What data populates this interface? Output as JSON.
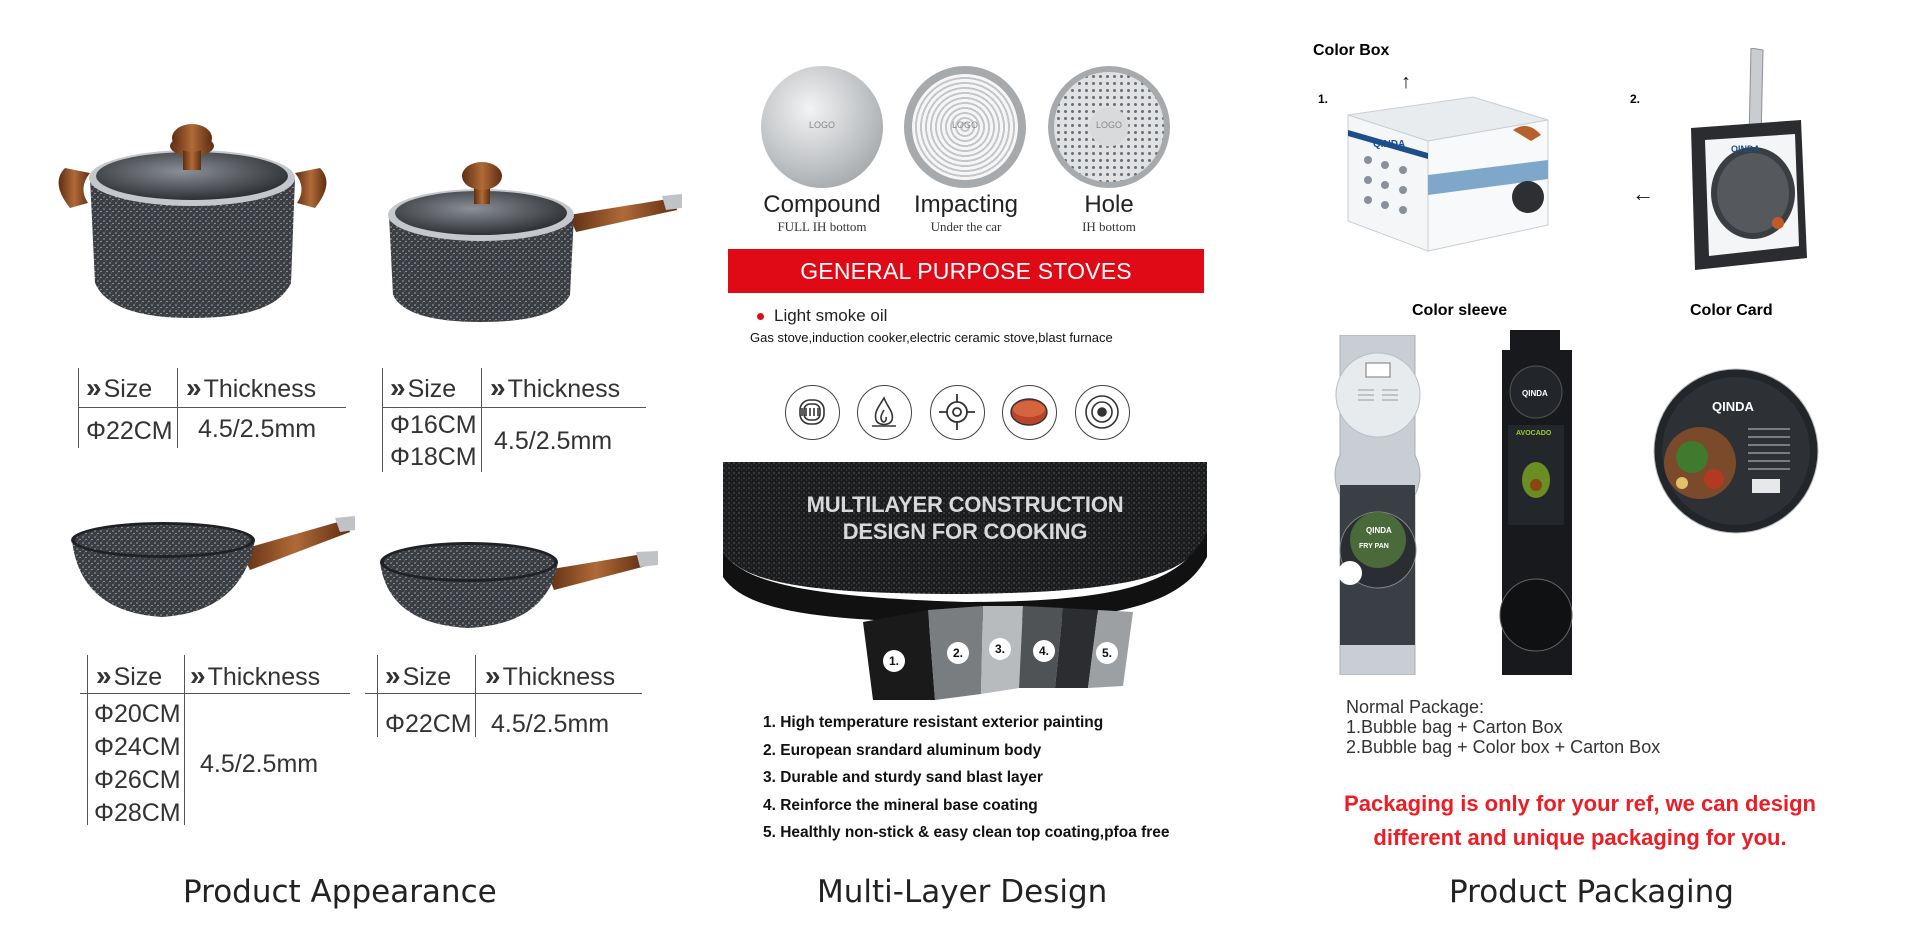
{
  "appearance": {
    "caption": "Product Appearance",
    "size_label": "Size",
    "thickness_label": "Thickness",
    "chevron": "»",
    "tables": [
      {
        "sizes": [
          "Φ22CM"
        ],
        "thickness": "4.5/2.5mm"
      },
      {
        "sizes": [
          "Φ16CM",
          "Φ18CM"
        ],
        "thickness": "4.5/2.5mm"
      },
      {
        "sizes": [
          "Φ20CM",
          "Φ24CM",
          "Φ26CM",
          "Φ28CM"
        ],
        "thickness": "4.5/2.5mm"
      },
      {
        "sizes": [
          "Φ22CM"
        ],
        "thickness": "4.5/2.5mm"
      }
    ]
  },
  "multilayer": {
    "caption": "Multi-Layer Design",
    "bottoms": [
      {
        "title": "Compound",
        "subtitle": "FULL IH bottom",
        "logo": "LOGO"
      },
      {
        "title": "Impacting",
        "subtitle": "Under the car",
        "logo": "LOGO"
      },
      {
        "title": "Hole",
        "subtitle": "IH bottom",
        "logo": "LOGO"
      }
    ],
    "banner": "GENERAL PURPOSE STOVES",
    "oil_note": "Light smoke oil",
    "stove_types": "Gas stove,induction cooker,electric ceramic stove,blast furnace",
    "stove_icons": [
      "coil-stove-icon",
      "gas-flame-icon",
      "gas-burner-icon",
      "ceramic-hob-icon",
      "induction-icon"
    ],
    "construction_title_1": "MULTILAYER CONSTRUCTION",
    "construction_title_2": "DESIGN FOR COOKING",
    "layer_numbers": [
      "1.",
      "2.",
      "3.",
      "4.",
      "5."
    ],
    "features": [
      "1. High temperature resistant exterior painting",
      "2. European srandard aluminum body",
      "3. Durable and sturdy sand blast layer",
      "4. Reinforce the mineral base coating",
      "5. Healthly non-stick & easy clean top coating,pfoa free"
    ]
  },
  "packaging": {
    "caption": "Product Packaging",
    "color_box": "Color Box",
    "marker_1": "1.",
    "marker_2": "2.",
    "color_sleeve": "Color sleeve",
    "color_card": "Color Card",
    "brand": "QINDA",
    "normal_package": "Normal Package:",
    "option_1": "1.Bubble bag + Carton Box",
    "option_2": "2.Bubble bag + Color box + Carton Box",
    "note_line_1": "Packaging is only for your ref, we can design",
    "note_line_2": "different and unique packaging for you."
  },
  "colors": {
    "banner_red": "#e00a17",
    "note_red": "#ee1c24",
    "granite": "#3a3d42",
    "wood": "#8a4a22"
  }
}
